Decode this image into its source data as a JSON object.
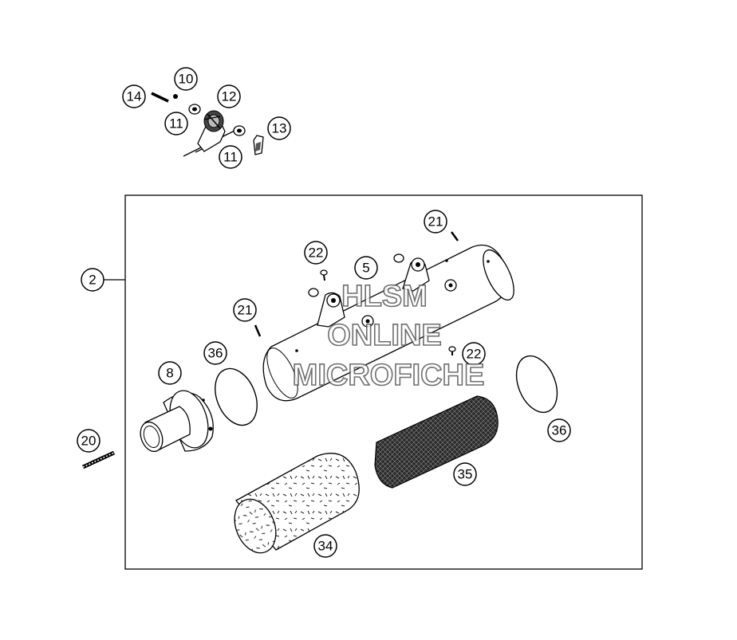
{
  "callouts": {
    "c14": "14",
    "c10": "10",
    "c12": "12",
    "c11a": "11",
    "c13": "13",
    "c11b": "11",
    "c2": "2",
    "c21a": "21",
    "c22a": "22",
    "c5": "5",
    "c21b": "21",
    "c36a": "36",
    "c22b": "22",
    "c8": "8",
    "c36b": "36",
    "c20": "20",
    "c35": "35",
    "c34": "34"
  },
  "watermark": {
    "line1": "HLSM",
    "line2": "ONLINE",
    "line3": "MICROFICHE"
  }
}
